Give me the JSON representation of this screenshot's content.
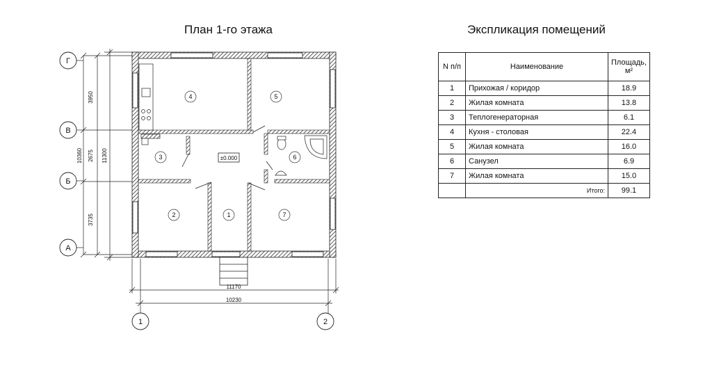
{
  "plan": {
    "title": "План 1-го этажа",
    "level_mark": "±0.000",
    "room_numbers": [
      "4",
      "5",
      "3",
      "6",
      "1",
      "2",
      "7"
    ],
    "axes_letters": [
      "Г",
      "В",
      "Б",
      "А"
    ],
    "axes_numbers": [
      "1",
      "2"
    ],
    "dims": {
      "v_3950": "3950",
      "v_2675": "2675",
      "v_3735": "3735",
      "v_10360": "10360",
      "v_11300": "11300",
      "h_11170": "11170",
      "h_10230": "10230"
    }
  },
  "table": {
    "title": "Экспликация помещений",
    "headers": {
      "num": "N п/п",
      "name": "Наименование",
      "area": "Площадь, м²"
    },
    "rows": [
      {
        "n": "1",
        "name": "Прихожая / коридор",
        "area": "18.9"
      },
      {
        "n": "2",
        "name": "Жилая комната",
        "area": "13.8"
      },
      {
        "n": "3",
        "name": "Теплогенераторная",
        "area": "6.1"
      },
      {
        "n": "4",
        "name": "Кухня - столовая",
        "area": "22.4"
      },
      {
        "n": "5",
        "name": "Жилая комната",
        "area": "16.0"
      },
      {
        "n": "6",
        "name": "Санузел",
        "area": "6.9"
      },
      {
        "n": "7",
        "name": "Жилая комната",
        "area": "15.0"
      }
    ],
    "total_label": "Итого:",
    "total_value": "99.1"
  }
}
